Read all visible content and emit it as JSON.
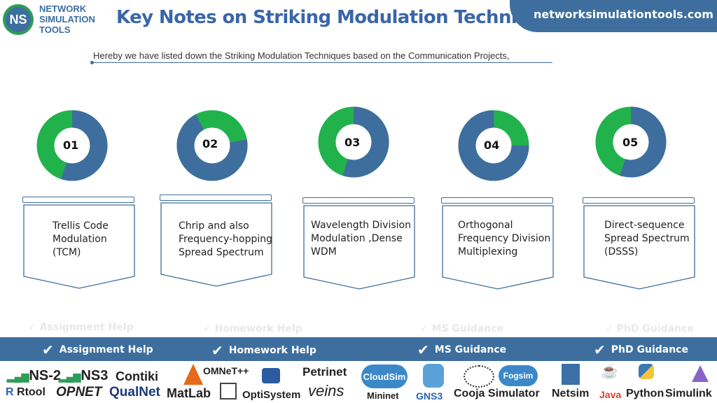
{
  "header": {
    "logo_mark": "NS",
    "logo_line1": "NETWORK",
    "logo_line2": "SIMULATION",
    "logo_line3": "TOOLS",
    "title": "Key Notes on Striking Modulation Techniques",
    "site_url": "networksimulationtools.com"
  },
  "subtitle": "Hereby we have listed down the Striking Modulation Techniques based on the Communication Projects,",
  "colors": {
    "accent": "#3e6e9e",
    "green": "#22b24c",
    "title": "#3a66a8"
  },
  "items": [
    {
      "number": "01",
      "lines": [
        "Trellis Code",
        "Modulation",
        "(TCM)"
      ],
      "blue_fraction": 0.55
    },
    {
      "number": "02",
      "lines": [
        "Chrip and also",
        "Frequency-hopping",
        "Spread Spectrum"
      ],
      "blue_fraction": 0.7
    },
    {
      "number": "03",
      "lines": [
        "Wavelength Division",
        "Modulation ,Dense",
        "WDM"
      ],
      "blue_fraction": 0.55
    },
    {
      "number": "04",
      "lines": [
        "Orthogonal",
        "Frequency Division",
        "Multiplexing"
      ],
      "blue_fraction": 0.75
    },
    {
      "number": "05",
      "lines": [
        "Direct-sequence",
        "Spread Spectrum",
        "(DSSS)"
      ],
      "blue_fraction": 0.55
    }
  ],
  "services": [
    "Assignment Help",
    "Homework Help",
    "MS  Guidance",
    "PhD  Guidance"
  ],
  "tools": [
    "NS-2",
    "NS3",
    "Contiki",
    "OMNeT++",
    "Petrinet",
    "CloudSim",
    "Fogsim",
    "Netsim",
    "Java",
    "Python",
    "Simulink",
    "Rtool",
    "OPNET",
    "QualNet",
    "MatLab",
    "OptiSystem",
    "veins",
    "Mininet",
    "GNS3",
    "Cooja Simulator"
  ]
}
